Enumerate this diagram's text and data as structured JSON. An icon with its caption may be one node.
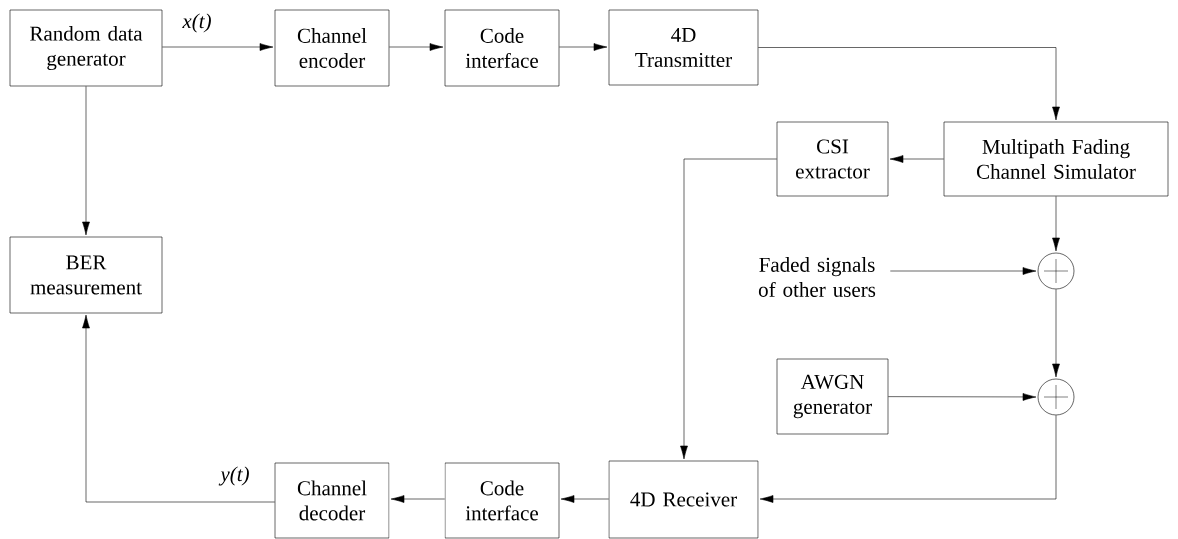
{
  "diagram": {
    "nodes": [
      {
        "text": [
          "Random data generator"
        ]
      },
      {
        "text": [
          "Channel encoder"
        ]
      },
      {
        "text": [
          "Code interface"
        ]
      },
      {
        "text": [
          "4D Transmitter"
        ]
      },
      {
        "text": [
          "Multipath Fading Channel Simulator"
        ]
      },
      {
        "text": [
          "CSI extractor"
        ]
      },
      {
        "text": [
          "BER measurement"
        ]
      },
      {
        "text": [
          "Faded signals of other users"
        ]
      },
      {
        "text": [],
        "shape": "circle"
      },
      {
        "text": [
          "AWGN generator"
        ]
      },
      {
        "text": [],
        "shape": "circle"
      },
      {
        "text": [
          "Channel decoder"
        ]
      },
      {
        "text": [
          "Code interface"
        ]
      },
      {
        "text": [
          "4D Receiver"
        ]
      }
    ],
    "edges": [
      {
        "from": 0,
        "to": 1,
        "arrow": "to",
        "label": "x(t)"
      },
      {
        "from": 1,
        "to": 2,
        "arrow": "to"
      },
      {
        "from": 2,
        "to": 3,
        "arrow": "to"
      },
      {
        "from": 3,
        "to": 4,
        "arrow": "to"
      },
      {
        "from": 4,
        "to": 5,
        "arrow": "to"
      },
      {
        "from": 5,
        "to": 13,
        "arrow": "to"
      },
      {
        "from": 4,
        "to": 8,
        "arrow": "to"
      },
      {
        "from": 7,
        "to": 8,
        "arrow": "to"
      },
      {
        "from": 8,
        "to": 10,
        "arrow": "to"
      },
      {
        "from": 9,
        "to": 10,
        "arrow": "to"
      },
      {
        "from": 10,
        "to": 13,
        "arrow": "to"
      },
      {
        "from": 13,
        "to": 12,
        "arrow": "to"
      },
      {
        "from": 12,
        "to": 11,
        "arrow": "to"
      },
      {
        "from": 11,
        "to": 6,
        "arrow": "to",
        "label": "y(t)"
      },
      {
        "from": 0,
        "to": 6,
        "arrow": "to"
      }
    ]
  }
}
